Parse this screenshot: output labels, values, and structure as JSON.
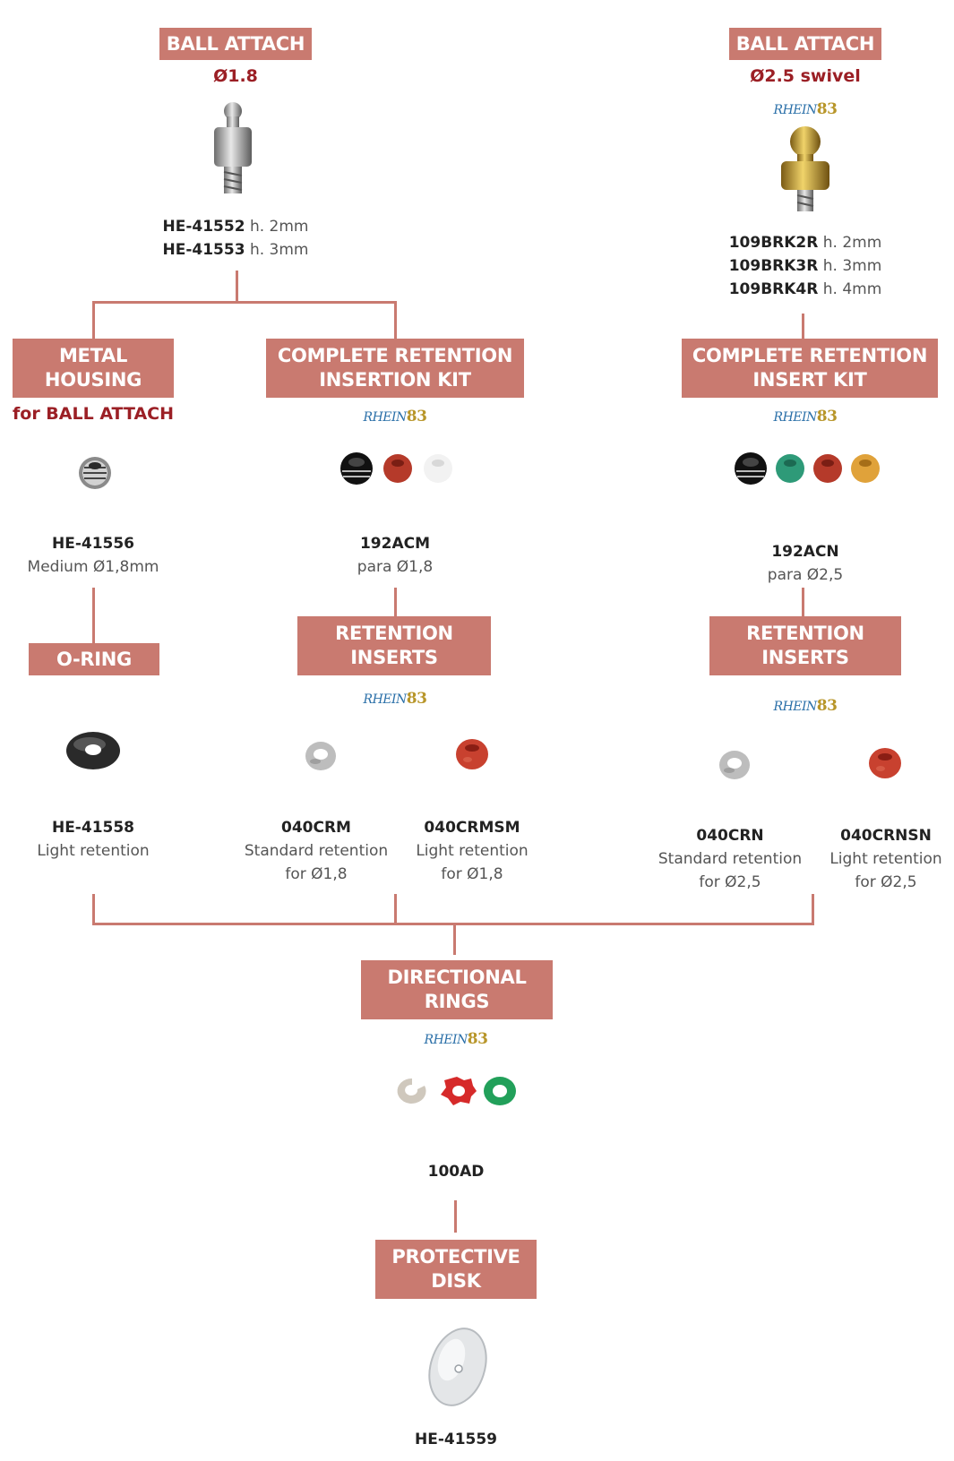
{
  "brand_logo": {
    "part1": "RHEIN",
    "part2": "83"
  },
  "col1": {
    "ball_attach": {
      "title": "BALL ATTACH",
      "size": "Ø1.8",
      "codes": [
        {
          "pn": "HE-41552",
          "desc": "h. 2mm"
        },
        {
          "pn": "HE-41553",
          "desc": "h. 3mm"
        }
      ]
    },
    "metal_housing": {
      "title_1": "METAL",
      "title_2": "HOUSING",
      "sub": "for BALL ATTACH",
      "pn": "HE-41556",
      "desc": "Medium Ø1,8mm"
    },
    "o_ring": {
      "title": "O-RING",
      "pn": "HE-41558",
      "desc": "Light retention"
    },
    "kit": {
      "title_1": "COMPLETE RETENTION",
      "title_2": "INSERTION KIT",
      "pn": "192ACM",
      "desc": "para Ø1,8"
    },
    "inserts": {
      "title_1": "RETENTION",
      "title_2": "INSERTS",
      "left": {
        "pn": "040CRM",
        "desc_1": "Standard retention",
        "desc_2": "for Ø1,8"
      },
      "right": {
        "pn": "040CRMSM",
        "desc_1": "Light retention",
        "desc_2": "for Ø1,8"
      }
    }
  },
  "col2": {
    "ball_attach": {
      "title": "BALL ATTACH",
      "size": "Ø2.5 swivel",
      "codes": [
        {
          "pn": "109BRK2R",
          "desc": "h. 2mm"
        },
        {
          "pn": "109BRK3R",
          "desc": "h. 3mm"
        },
        {
          "pn": "109BRK4R",
          "desc": "h. 4mm"
        }
      ]
    },
    "kit": {
      "title_1": "COMPLETE RETENTION",
      "title_2": "INSERT KIT",
      "pn": "192ACN",
      "desc": "para Ø2,5"
    },
    "inserts": {
      "title_1": "RETENTION",
      "title_2": "INSERTS",
      "left": {
        "pn": "040CRN",
        "desc_1": "Standard retention",
        "desc_2": "for Ø2,5"
      },
      "right": {
        "pn": "040CRNSN",
        "desc_1": "Light retention",
        "desc_2": "for Ø2,5"
      }
    }
  },
  "directional_rings": {
    "title_1": "DIRECTIONAL",
    "title_2": "RINGS",
    "pn": "100AD"
  },
  "protective_disk": {
    "title_1": "PROTECTIVE",
    "title_2": "DISK",
    "pn": "HE-41559"
  },
  "colors": {
    "box": "#c97a70",
    "subtitle": "#9b1f25",
    "logo_blue": "#2a6fa8",
    "logo_gold": "#b8962a"
  }
}
